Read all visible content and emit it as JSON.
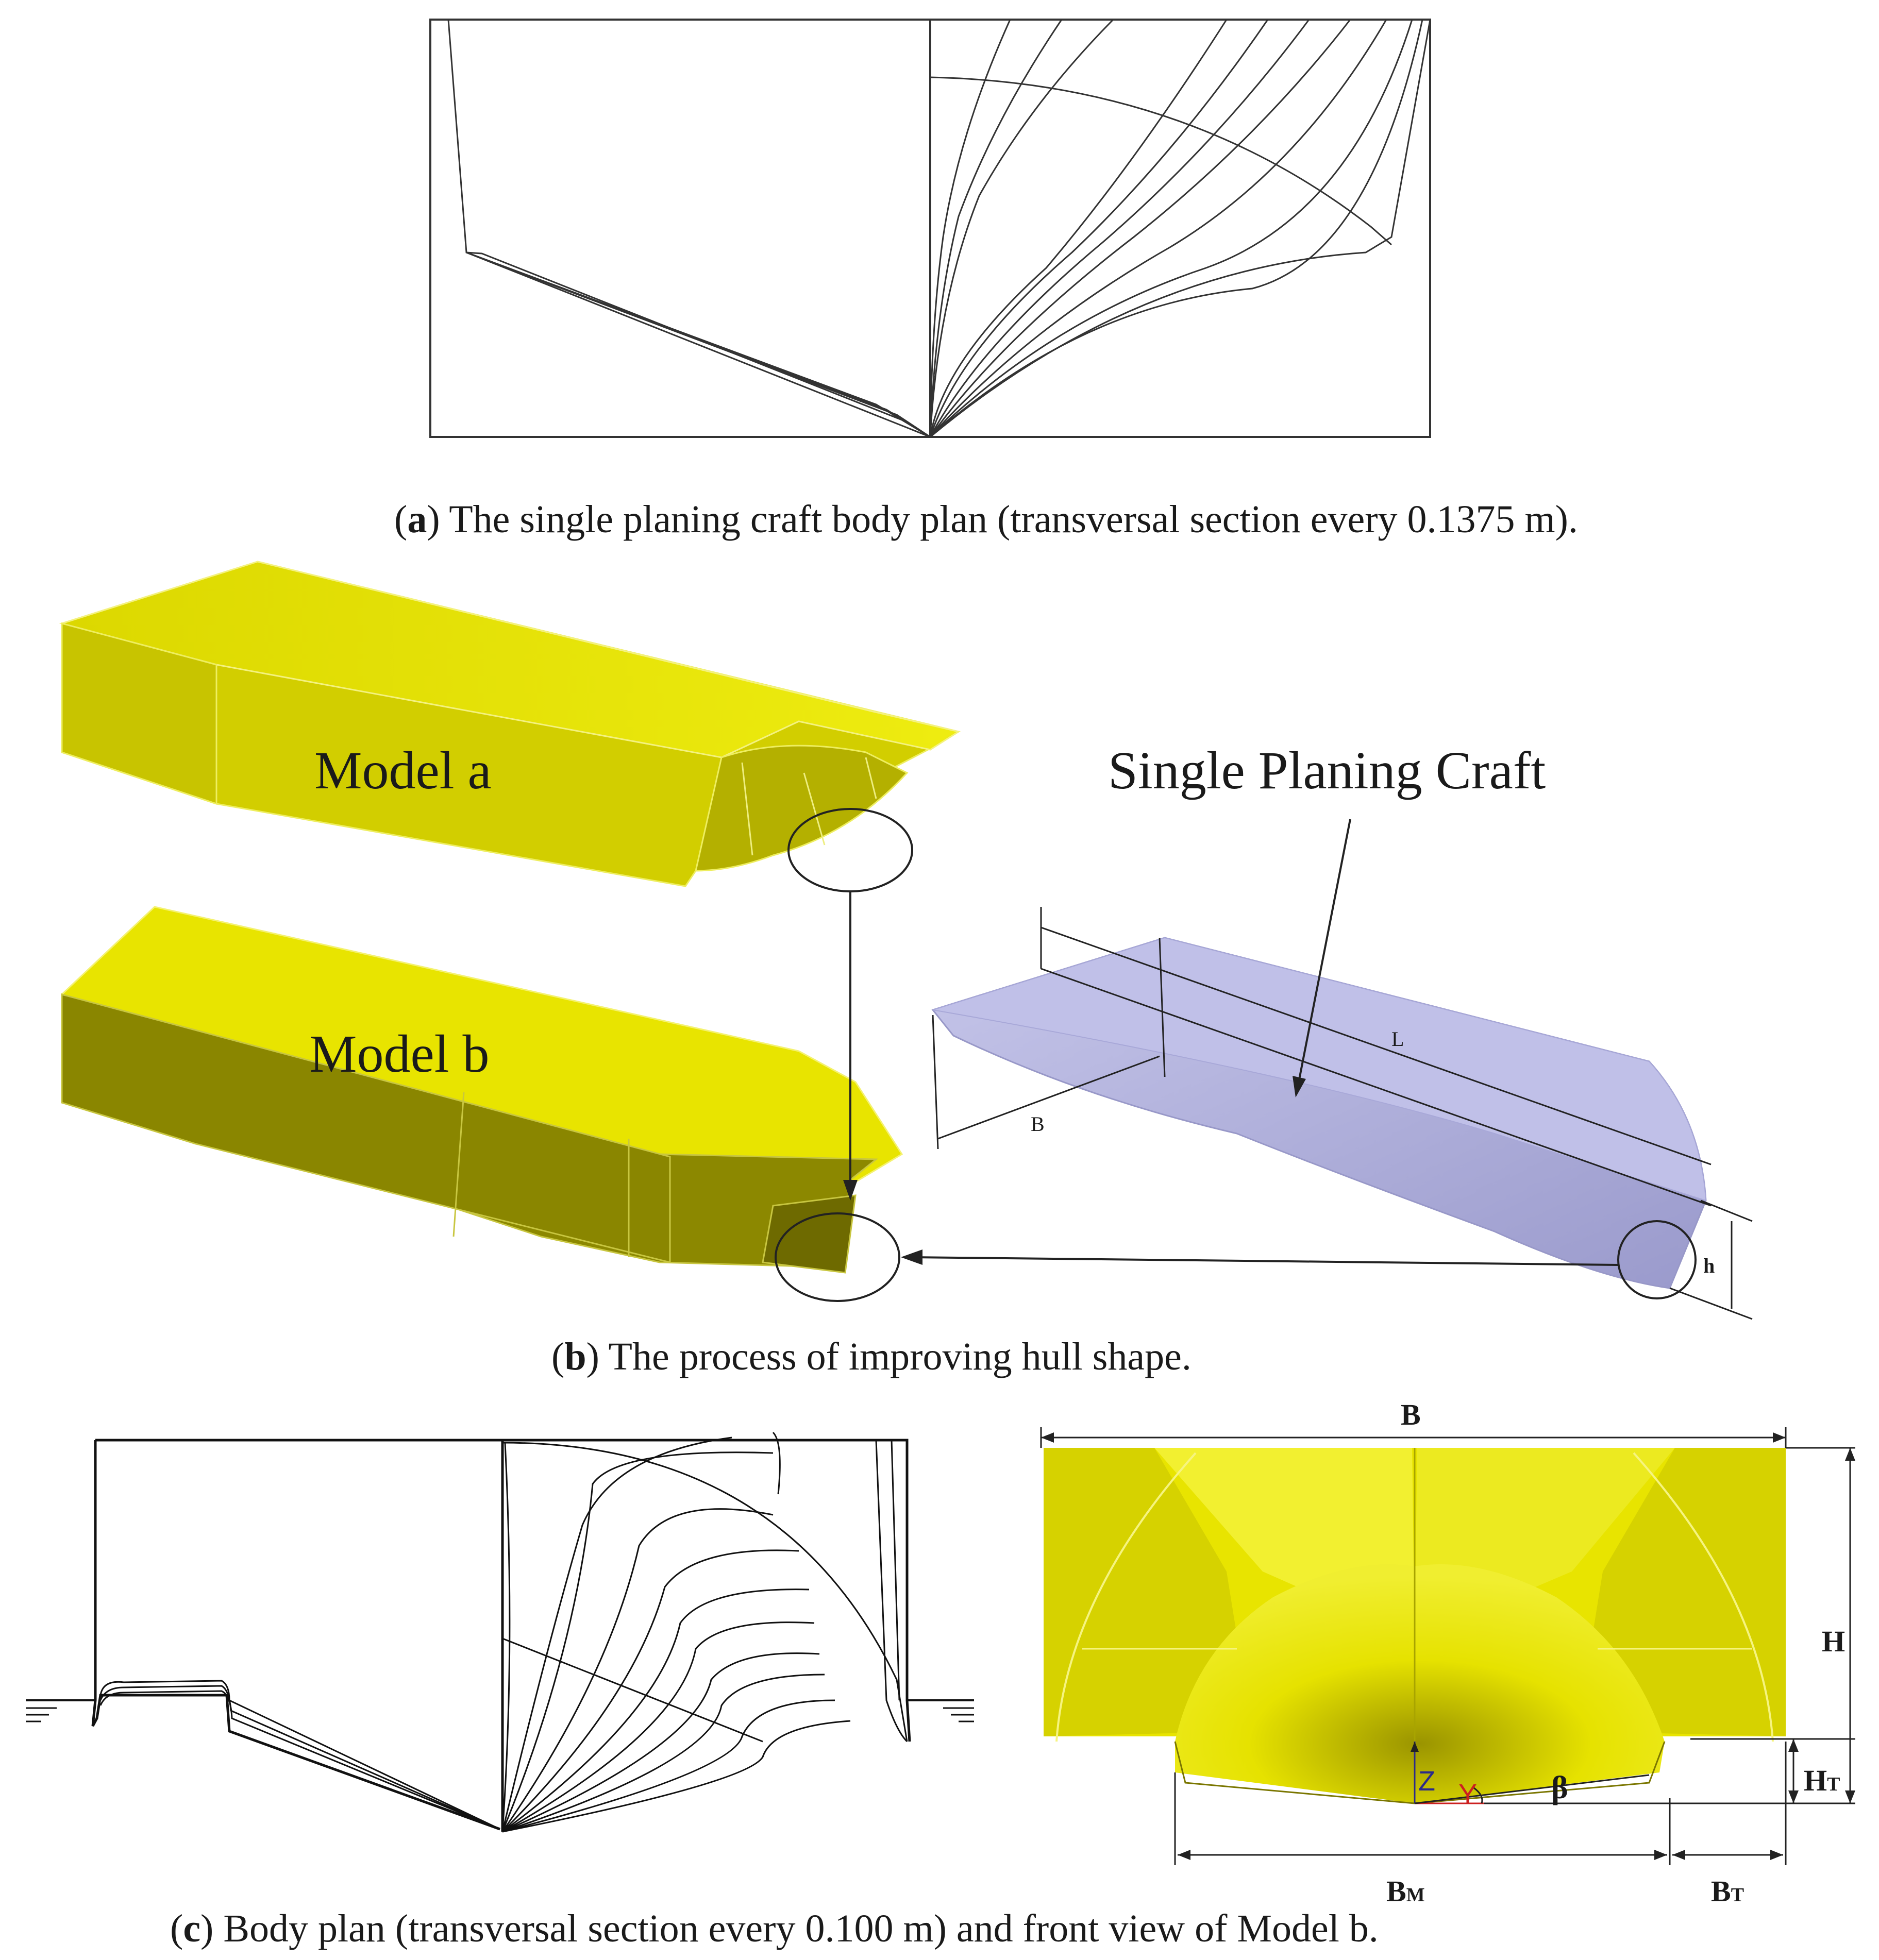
{
  "panel_a": {
    "caption_letter": "a",
    "caption_text": " The single planing craft body plan (transversal section every 0.1375 m)."
  },
  "panel_b": {
    "caption_letter": "b",
    "caption_text": " The process of improving hull shape.",
    "model_a_label": "Model a",
    "model_b_label": "Model b",
    "craft_label": "Single Planing Craft",
    "dim_L": "L",
    "dim_B": "B",
    "dim_h": "h",
    "colors": {
      "yellow": "#d8d400",
      "yellow_dark": "#8a8600",
      "lavender": "#b8b8e0"
    }
  },
  "panel_c": {
    "caption_letter": "c",
    "caption_text": " Body plan (transversal section every 0.100 m) and front view of Model b.",
    "dim_B": "B",
    "dim_H": "H",
    "dim_HT_main": "H",
    "dim_HT_sub": "T",
    "dim_BM_main": "B",
    "dim_BM_sub": "M",
    "dim_BT_main": "B",
    "dim_BT_sub": "T",
    "axis_Z": "Z",
    "axis_Y": "Y",
    "angle_beta": "β"
  }
}
